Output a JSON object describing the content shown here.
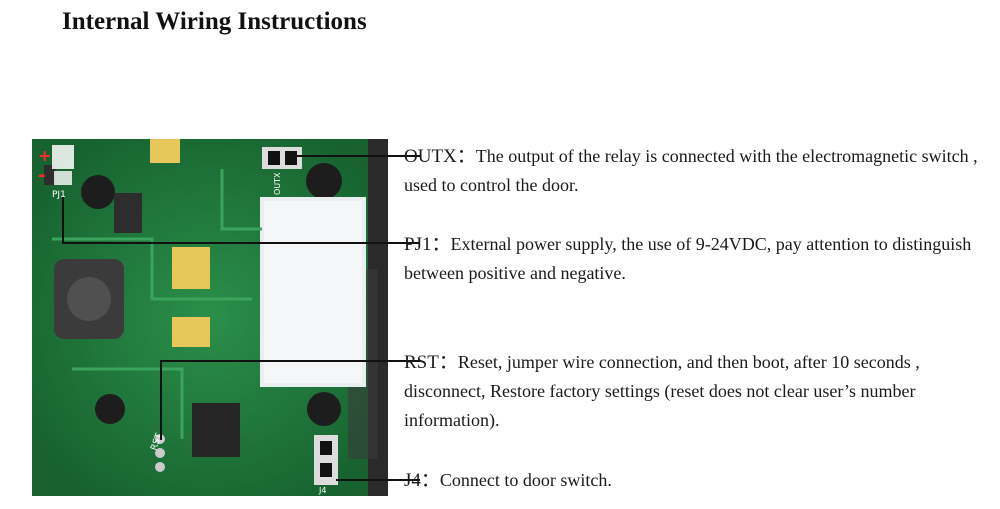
{
  "title": "Internal Wiring Instructions",
  "board_labels": {
    "plus": "+",
    "minus": "-",
    "pj1": "PJ1",
    "outx": "OUTX",
    "rst": "RST",
    "j4": "J4"
  },
  "callouts": [
    {
      "term": "OUTX：",
      "text": "The output of the relay is connected with the electromagnetic switch , used to control the door."
    },
    {
      "term": "PJ1：",
      "text": "External power supply, the use of 9-24VDC, pay attention to distinguish between positive and negative."
    },
    {
      "term": "RST：",
      "text": "Reset, jumper wire connection, and then boot, after 10 seconds , disconnect, Restore factory settings (reset does not clear user’s number information)."
    },
    {
      "term": "J4：",
      "text": "Connect to door switch."
    }
  ]
}
